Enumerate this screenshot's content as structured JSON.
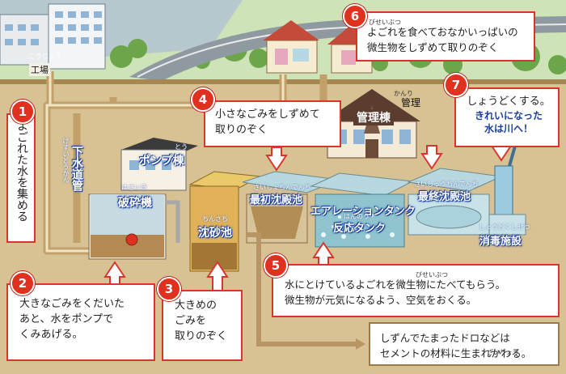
{
  "labels": {
    "factory": "工場",
    "factory_ruby": "こうじょう",
    "admin_small": "管理",
    "admin_small_ruby": "かんり",
    "admin_building": "管理棟",
    "sewer_pipe": "下水道管",
    "sewer_pipe_ruby": "げすいどうかん",
    "pump_building": "ポンプ棟",
    "pump_ruby": "とう",
    "crusher": "破砕機",
    "crusher_ruby": "はさいき",
    "grit_chamber": "沈砂池",
    "grit_ruby": "ちんさち",
    "primary_tank": "最初沈殿池",
    "primary_ruby": "さいしょちんでんち",
    "aeration_tank": "エアレーションタンク",
    "reaction_tank": "反応タンク",
    "reaction_ruby": "はんのう",
    "final_tank": "最終沈殿池",
    "final_ruby": "さいしゅうちんでんち",
    "disinfection": "消毒施設",
    "disinfection_ruby": "しょうどくしせつ"
  },
  "steps": [
    {
      "num": "1",
      "text": "よごれた水を集める"
    },
    {
      "num": "2",
      "line1": "大きなごみをくだいた",
      "line2": "あと、水をポンプで",
      "line3": "くみあげる。"
    },
    {
      "num": "3",
      "line1": "大きめの",
      "line2": "ごみを",
      "line3": "取りのぞく"
    },
    {
      "num": "4",
      "line1": "小さなごみをしずめて",
      "line2": "取りのぞく"
    },
    {
      "num": "5",
      "line1": "水にとけているよごれを微生物にたべてもらう。",
      "line2": "微生物が元気になるよう、空気をおくる。",
      "ruby": "びせいぶつ"
    },
    {
      "num": "6",
      "line1": "よごれを食べておなかいっぱいの",
      "line2": "微生物をしずめて取りのぞく",
      "ruby": "びせいぶつ"
    },
    {
      "num": "7",
      "line1": "しょうどくする。",
      "line2": "きれいになった",
      "line3": "水は川へ！"
    }
  ],
  "sludge": {
    "line1": "しずんでたまったドロなどは",
    "line2": "セメントの材料に生まれかわる。",
    "ruby": "ざいりょう"
  },
  "colors": {
    "accent_red": "#e0301e",
    "label_blue": "#1b3f9a",
    "ground": "#c49a5a",
    "water": "#7fc3d6"
  }
}
